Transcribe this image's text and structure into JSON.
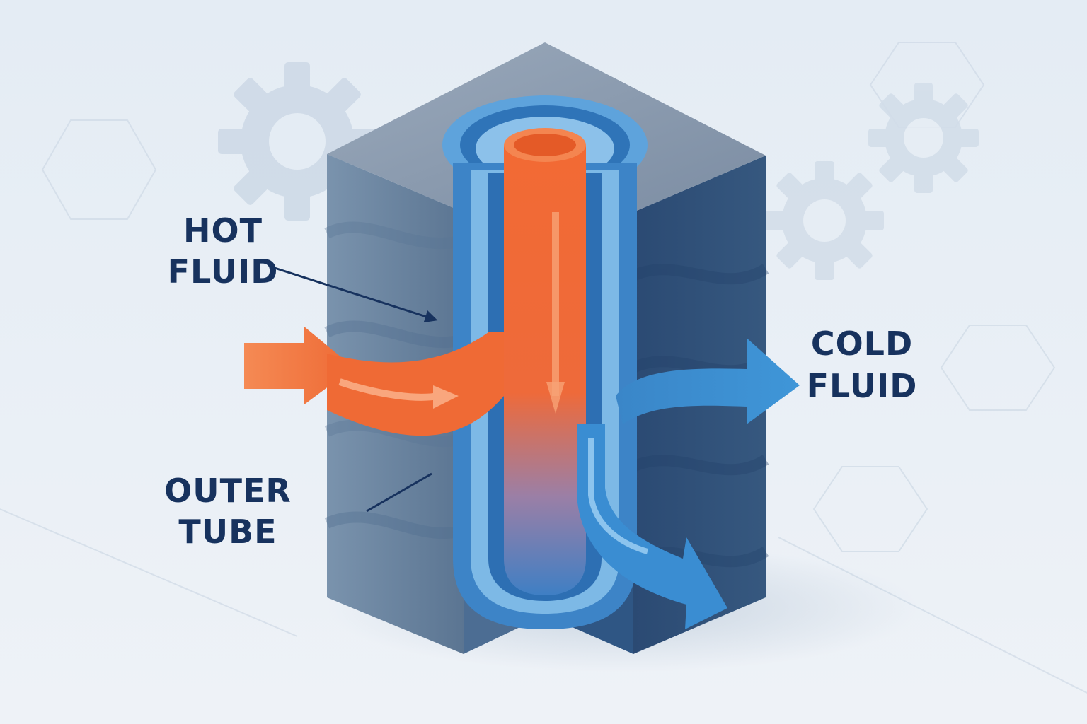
{
  "labels": {
    "hot_fluid": {
      "line1": "HOT",
      "line2": "FLUID"
    },
    "cold_fluid": {
      "line1": "COLD",
      "line2": "FLUID"
    },
    "outer_tube": {
      "line1": "OUTER",
      "line2": "TUBE"
    }
  },
  "colors": {
    "background": "#e6edf4",
    "label_text": "#17325e",
    "hot_fluid": "#ef6a35",
    "cold_fluid": "#3a8dd2",
    "outer_tube": "#5fa0d8",
    "block_front": "#6f8aa6",
    "block_side": "#2f4f78",
    "block_top": "#8f9fb3"
  },
  "icons": [
    "gear-icon",
    "gear-icon",
    "gear-icon",
    "hexagon-pattern"
  ]
}
